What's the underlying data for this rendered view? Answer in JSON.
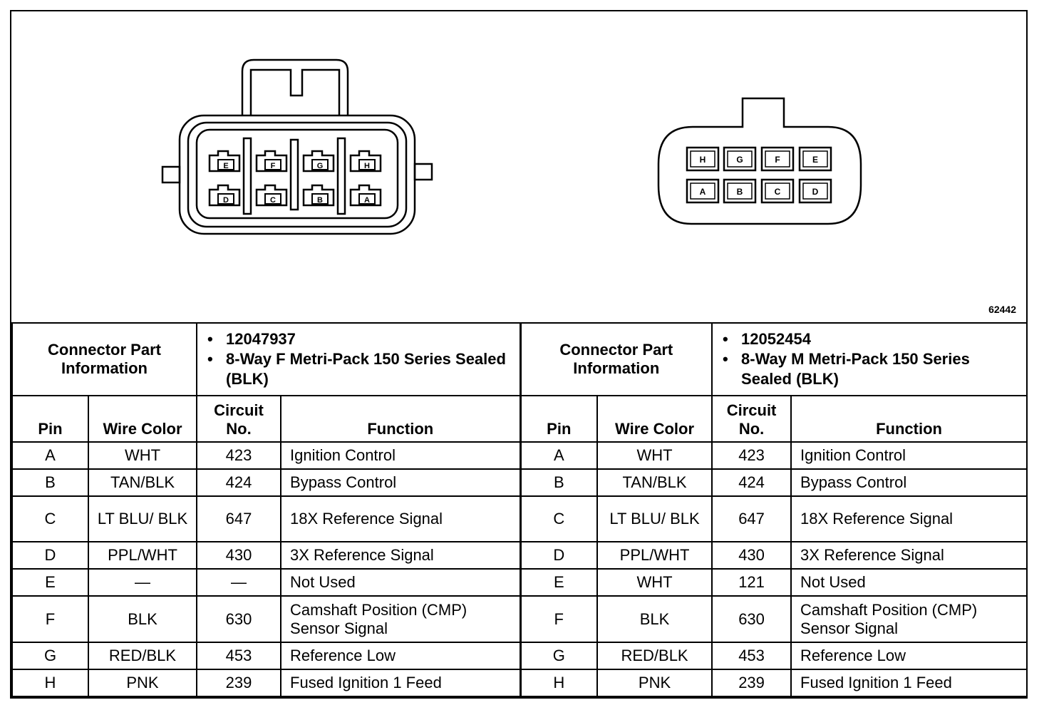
{
  "figure_id": "62442",
  "connector_left": {
    "row1_pins": [
      "E",
      "F",
      "G",
      "H"
    ],
    "row2_pins": [
      "D",
      "C",
      "B",
      "A"
    ]
  },
  "connector_right": {
    "row1_pins": [
      "H",
      "G",
      "F",
      "E"
    ],
    "row2_pins": [
      "A",
      "B",
      "C",
      "D"
    ]
  },
  "left_info": {
    "title": "Connector Part Information",
    "part_number": "12047937",
    "description": "8-Way F Metri-Pack 150 Series Sealed (BLK)"
  },
  "right_info": {
    "title": "Connector Part Information",
    "part_number": "12052454",
    "description": "8-Way M Metri-Pack 150 Series Sealed (BLK)"
  },
  "columns": {
    "pin": "Pin",
    "wire_color": "Wire Color",
    "circuit": "Circuit No.",
    "function": "Function"
  },
  "rows": [
    {
      "pin": "A",
      "l_wire": "WHT",
      "l_circuit": "423",
      "l_function": "Ignition Control",
      "r_wire": "WHT",
      "r_circuit": "423",
      "r_function": "Ignition Control"
    },
    {
      "pin": "B",
      "l_wire": "TAN/BLK",
      "l_circuit": "424",
      "l_function": "Bypass Control",
      "r_wire": "TAN/BLK",
      "r_circuit": "424",
      "r_function": "Bypass Control"
    },
    {
      "pin": "C",
      "l_wire": "LT BLU/ BLK",
      "l_circuit": "647",
      "l_function": "18X Reference Signal",
      "r_wire": "LT BLU/ BLK",
      "r_circuit": "647",
      "r_function": "18X Reference Signal"
    },
    {
      "pin": "D",
      "l_wire": "PPL/WHT",
      "l_circuit": "430",
      "l_function": "3X Reference Signal",
      "r_wire": "PPL/WHT",
      "r_circuit": "430",
      "r_function": "3X Reference Signal"
    },
    {
      "pin": "E",
      "l_wire": "—",
      "l_circuit": "—",
      "l_function": "Not Used",
      "r_wire": "WHT",
      "r_circuit": "121",
      "r_function": "Not Used"
    },
    {
      "pin": "F",
      "l_wire": "BLK",
      "l_circuit": "630",
      "l_function": "Camshaft Position (CMP) Sensor Signal",
      "r_wire": "BLK",
      "r_circuit": "630",
      "r_function": "Camshaft Position (CMP) Sensor Signal"
    },
    {
      "pin": "G",
      "l_wire": "RED/BLK",
      "l_circuit": "453",
      "l_function": "Reference Low",
      "r_wire": "RED/BLK",
      "r_circuit": "453",
      "r_function": "Reference Low"
    },
    {
      "pin": "H",
      "l_wire": "PNK",
      "l_circuit": "239",
      "l_function": "Fused Ignition 1 Feed",
      "r_wire": "PNK",
      "r_circuit": "239",
      "r_function": "Fused Ignition 1 Feed"
    }
  ]
}
